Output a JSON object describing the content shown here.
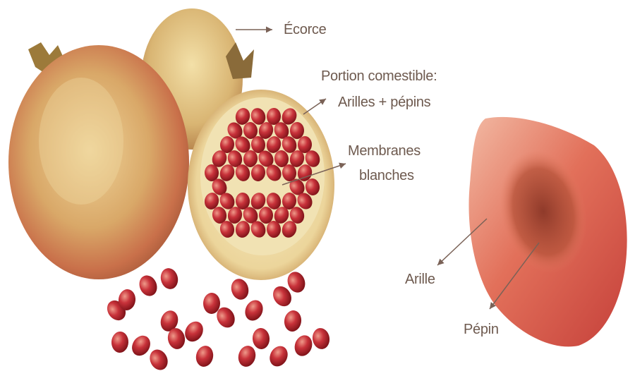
{
  "labels": {
    "ecorce": "Écorce",
    "portion_line1": "Portion comestible:",
    "portion_line2": "Arilles + pépins",
    "membranes_line1": "Membranes",
    "membranes_line2": "blanches",
    "arille": "Arille",
    "pepin": "Pépin"
  },
  "colors": {
    "label_text": "#6e5a4f",
    "arrow": "#7a6257",
    "peel_yellow": "#e8c87a",
    "peel_red": "#c9704a",
    "pith": "#f4e6b8",
    "aril_red": "#b3202a",
    "aril_highlight": "#ef9a8a"
  }
}
